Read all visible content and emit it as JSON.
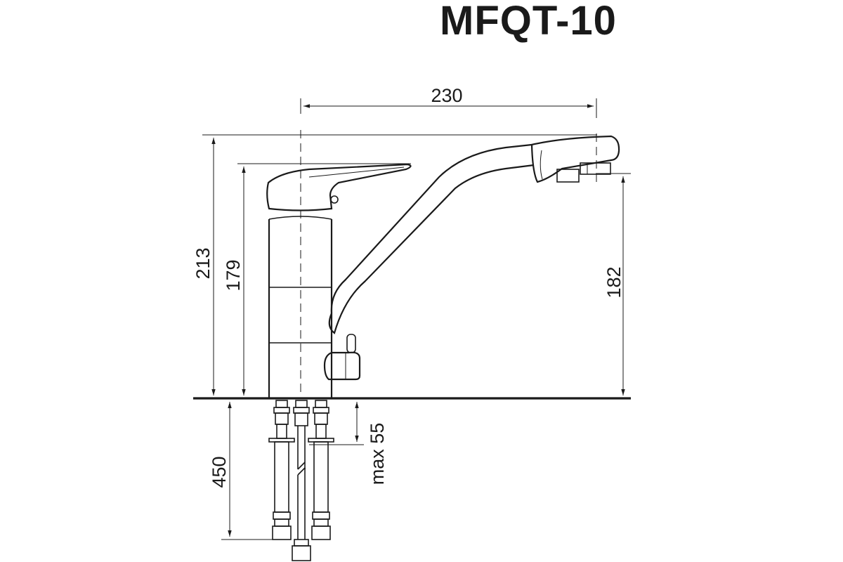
{
  "title": "MFQT-10",
  "dimensions": {
    "spout_reach": "230",
    "total_height": "213",
    "body_height": "179",
    "outlet_height": "182",
    "hose_length": "450",
    "countertop_thickness": "max 55"
  },
  "colors": {
    "line": "#1a1a1a",
    "background": "#ffffff"
  }
}
